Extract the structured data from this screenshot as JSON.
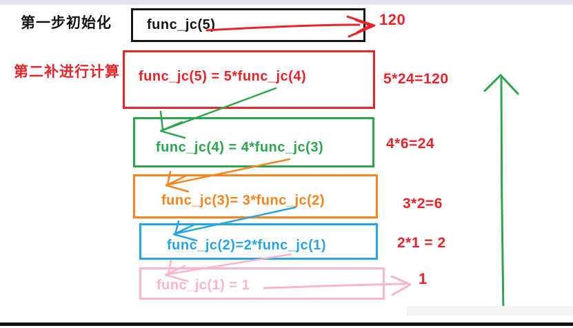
{
  "labels": {
    "step1": "第一步初始化",
    "step2": "第二补进行计算"
  },
  "rows": [
    {
      "name": "initial-call",
      "box_text": "func_jc(5)",
      "result": "120",
      "color": "#141414"
    },
    {
      "name": "level-5",
      "box_text": "func_jc(5) = 5*func_jc(4)",
      "result": "5*24=120",
      "color": "#e8232a"
    },
    {
      "name": "level-4",
      "box_text": "func_jc(4) = 4*func_jc(3)",
      "result": "4*6=24",
      "color": "#2ca64e"
    },
    {
      "name": "level-3",
      "box_text": "func_jc(3)= 3*func_jc(2)",
      "result": "3*2=6",
      "color": "#f8831d"
    },
    {
      "name": "level-2",
      "box_text": "func_jc(2)=2*func_jc(1)",
      "result": "2*1 = 2",
      "color": "#29a4e2"
    },
    {
      "name": "level-1",
      "box_text": "func_jc(1) = 1",
      "result": "1",
      "color": "#f9b5cb"
    }
  ],
  "arrows": [
    {
      "name": "red-return-arrow",
      "color": "#e8232a",
      "meaning": "func_jc(5) returns 120"
    },
    {
      "name": "green-recursion-arrow",
      "color": "#2ca64e",
      "meaning": "func_jc(4) expands into green box"
    },
    {
      "name": "orange-recursion-arrow",
      "color": "#f8831d",
      "meaning": "func_jc(3) expands into orange box"
    },
    {
      "name": "blue-recursion-arrow",
      "color": "#29a4e2",
      "meaning": "func_jc(2) expands into blue box"
    },
    {
      "name": "pink-recursion-arrow",
      "color": "#f9b5cb",
      "meaning": "func_jc(1) expands into pink box"
    },
    {
      "name": "pink-result-arrow",
      "color": "#f9b5cb",
      "meaning": "func_jc(1) returns 1"
    },
    {
      "name": "green-up-arrow",
      "color": "#2ca64e",
      "meaning": "results propagate back up"
    }
  ],
  "colors": {
    "black": "#141414",
    "red": "#e8232a",
    "green": "#2ca64e",
    "orange": "#f8831d",
    "blue": "#29a4e2",
    "pink": "#f9b5cb",
    "result_text": "#e8232a",
    "top_strip": "#e3e5ef",
    "bottom_line": "#121212",
    "background": "#ffffff"
  }
}
